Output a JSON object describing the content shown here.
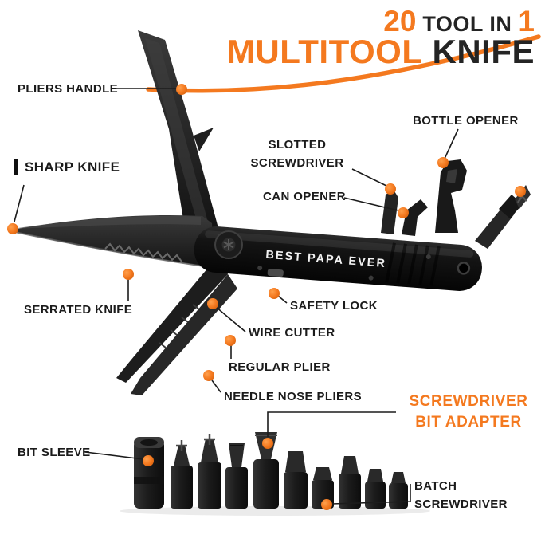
{
  "title": {
    "count": "20",
    "tool_in": "TOOL IN",
    "one": "1",
    "word1": "MULTITOOL",
    "word2": "KNIFE"
  },
  "product": {
    "engraving": "BEST PAPA EVER"
  },
  "labels": {
    "pliers_handle": "PLIERS HANDLE",
    "sharp_knife": "SHARP KNIFE",
    "serrated_knife": "SERRATED KNIFE",
    "slotted_screwdriver": "SLOTTED SCREWDRIVER",
    "can_opener": "CAN OPENER",
    "bottle_opener": "BOTTLE OPENER",
    "safety_lock": "SAFETY LOCK",
    "wire_cutter": "WIRE CUTTER",
    "regular_plier": "REGULAR PLIER",
    "needle_nose_pliers": "NEEDLE NOSE PLIERS",
    "screwdriver_bit_adapter": "SCREWDRIVER BIT ADAPTER",
    "bit_sleeve": "BIT SLEEVE",
    "batch_screwdriver": "BATCH SCREWDRIVER"
  },
  "colors": {
    "accent_orange": "#F4791F",
    "ink": "#1B1B1B",
    "product_black": "#141414"
  }
}
